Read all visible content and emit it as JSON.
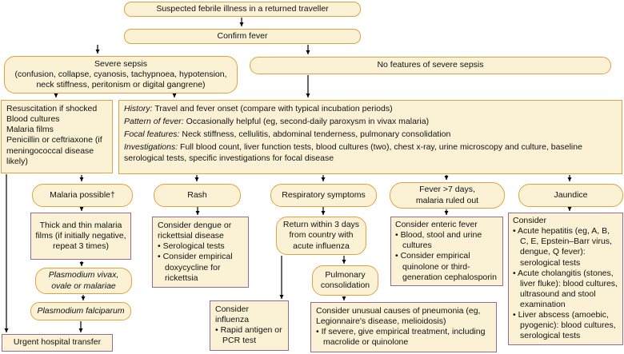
{
  "diagram_title": "Suspected febrile illness in a returned traveller",
  "colors": {
    "box_fill": "#FBF2D5",
    "box_border": "#DFA242",
    "action_border": "#966B8D",
    "arrow": "#000000",
    "text": "#111111"
  },
  "nodes": {
    "start": {
      "label": "Suspected febrile illness in a returned traveller"
    },
    "confirm_fever": {
      "label": "Confirm fever"
    },
    "severe_sepsis": {
      "title": "Severe sepsis",
      "detail": "(confusion, collapse, cyanosis, tachypnoea, hypotension, neck stiffness, peritonism or digital gangrene)"
    },
    "no_severe_sepsis": {
      "label": "No features of severe sepsis"
    },
    "resuscitation": {
      "lines": [
        "Resuscitation if shocked",
        "Blood cultures",
        "Malaria films",
        "Penicillin or ceftriaxone (if meningococcal disease likely)"
      ]
    },
    "history": {
      "items": [
        {
          "lead": "History:",
          "text": "Travel and fever onset (compare with typical incubation periods)"
        },
        {
          "lead": "Pattern of fever:",
          "text": "Occasionally helpful (eg, second-daily paroxysm in vivax malaria)"
        },
        {
          "lead": "Focal features:",
          "text": "Neck stiffness, cellulitis, abdominal tenderness, pulmonary consolidation"
        },
        {
          "lead": "Investigations:",
          "text": "Full blood count, liver function tests, blood cultures (two), chest x-ray, urine microscopy and culture, baseline serological tests, specific investigations for focal disease"
        }
      ]
    },
    "malaria_possible": {
      "label": "Malaria possible†"
    },
    "rash": {
      "label": "Rash"
    },
    "respiratory": {
      "label": "Respiratory symptoms"
    },
    "fever_7days": {
      "lines": [
        "Fever >7 days,",
        "malaria ruled out"
      ]
    },
    "jaundice": {
      "label": "Jaundice"
    },
    "malaria_films": {
      "label": "Thick and thin malaria films (if initially negative, repeat 3 times)"
    },
    "vivax": {
      "label": "Plasmodium vivax, ovale or malariae"
    },
    "falciparum": {
      "label": "Plasmodium falciparum"
    },
    "urgent_transfer": {
      "label": "Urgent hospital transfer"
    },
    "dengue_rickettsia": {
      "title": "Consider dengue or rickettsial disease",
      "bullets": [
        "• Serological tests",
        "• Consider empirical doxycycline for rickettsia"
      ]
    },
    "return_3days": {
      "label": "Return within 3 days from country with acute influenza"
    },
    "pulmonary_consolidation": {
      "label": "Pulmonary consolidation"
    },
    "influenza": {
      "title": "Consider influenza",
      "bullets": [
        "• Rapid antigen or PCR test"
      ]
    },
    "pneumonia": {
      "title": "Consider unusual causes of pneumonia (eg, Legionnaire's disease, melioidosis)",
      "bullets": [
        "• If severe, give empirical treatment, including macrolide or quinolone"
      ]
    },
    "enteric_fever": {
      "title": "Consider enteric fever",
      "bullets": [
        "• Blood, stool and urine cultures",
        "• Consider empirical quinolone or third-generation cephalosporin"
      ]
    },
    "jaundice_workup": {
      "title": "Consider",
      "bullets": [
        "• Acute hepatitis (eg, A, B, C, E, Epstein–Barr virus, dengue, Q fever): serological tests",
        "• Acute cholangitis (stones, liver fluke): blood cultures, ultrasound and stool examination",
        "• Liver abscess (amoebic, pyogenic): blood cultures, serological tests"
      ]
    }
  }
}
